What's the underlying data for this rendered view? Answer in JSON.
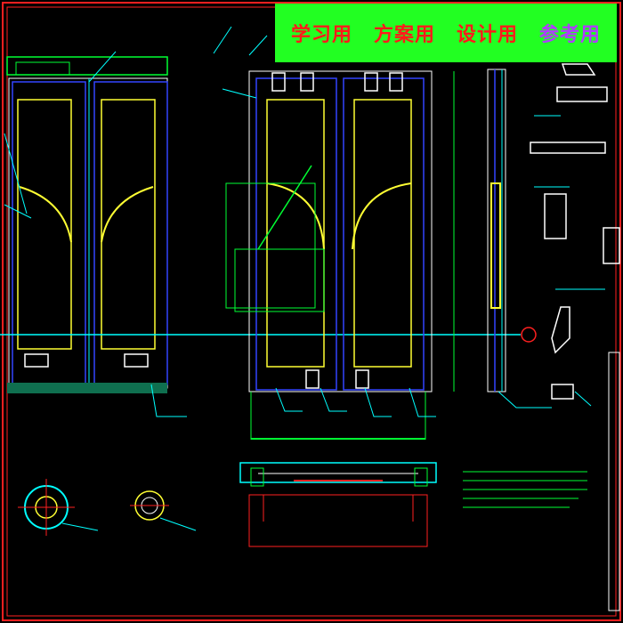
{
  "watermark": {
    "labels": [
      {
        "text": "学习用",
        "color": "#ff1a1a"
      },
      {
        "text": "方案用",
        "color": "#ff1a1a"
      },
      {
        "text": "设计用",
        "color": "#ff1a1a"
      },
      {
        "text": "参考用",
        "color": "#b03cff"
      }
    ]
  },
  "colors": {
    "background": "#000000",
    "frame": "#ff2020",
    "door_panel": "#ffff33",
    "door_frame": "#3344ff",
    "dimension": "#00ffff",
    "detail": "#ffffff",
    "leader": "#00ff33",
    "callout": "#ff0000"
  }
}
